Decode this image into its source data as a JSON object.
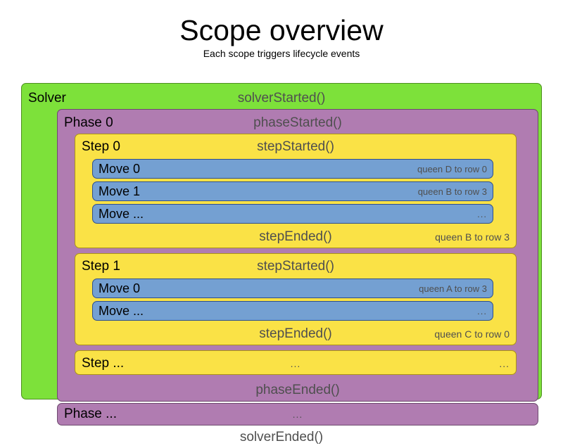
{
  "title": {
    "main": "Scope overview",
    "subtitle": "Each scope triggers lifecycle events"
  },
  "colors": {
    "solver": "#7DE13A",
    "phase": "#B07CB1",
    "step": "#FAE246",
    "move": "#74A0D2",
    "event_text": "#4f4f4f",
    "label_text": "#000000",
    "background": "#ffffff"
  },
  "diagram": {
    "solver": {
      "label": "Solver",
      "started_event": "solverStarted()",
      "ended_event": "solverEnded()",
      "phases": [
        {
          "label": "Phase 0",
          "started_event": "phaseStarted()",
          "ended_event": "phaseEnded()",
          "steps": [
            {
              "label": "Step 0",
              "started_event": "stepStarted()",
              "ended_event": "stepEnded()",
              "ended_annotation": "queen B to row 3",
              "moves": [
                {
                  "label": "Move 0",
                  "annotation": "queen D to row 0"
                },
                {
                  "label": "Move 1",
                  "annotation": "queen B to row 3"
                },
                {
                  "label": "Move ...",
                  "annotation": "..."
                }
              ]
            },
            {
              "label": "Step 1",
              "started_event": "stepStarted()",
              "ended_event": "stepEnded()",
              "ended_annotation": "queen C to row 0",
              "moves": [
                {
                  "label": "Move 0",
                  "annotation": "queen A to row 3"
                },
                {
                  "label": "Move ...",
                  "annotation": "..."
                }
              ]
            }
          ],
          "step_ellipsis": {
            "label": "Step ...",
            "center": "...",
            "right": "..."
          }
        }
      ],
      "phase_ellipsis": {
        "label": "Phase ...",
        "center": "..."
      }
    }
  }
}
